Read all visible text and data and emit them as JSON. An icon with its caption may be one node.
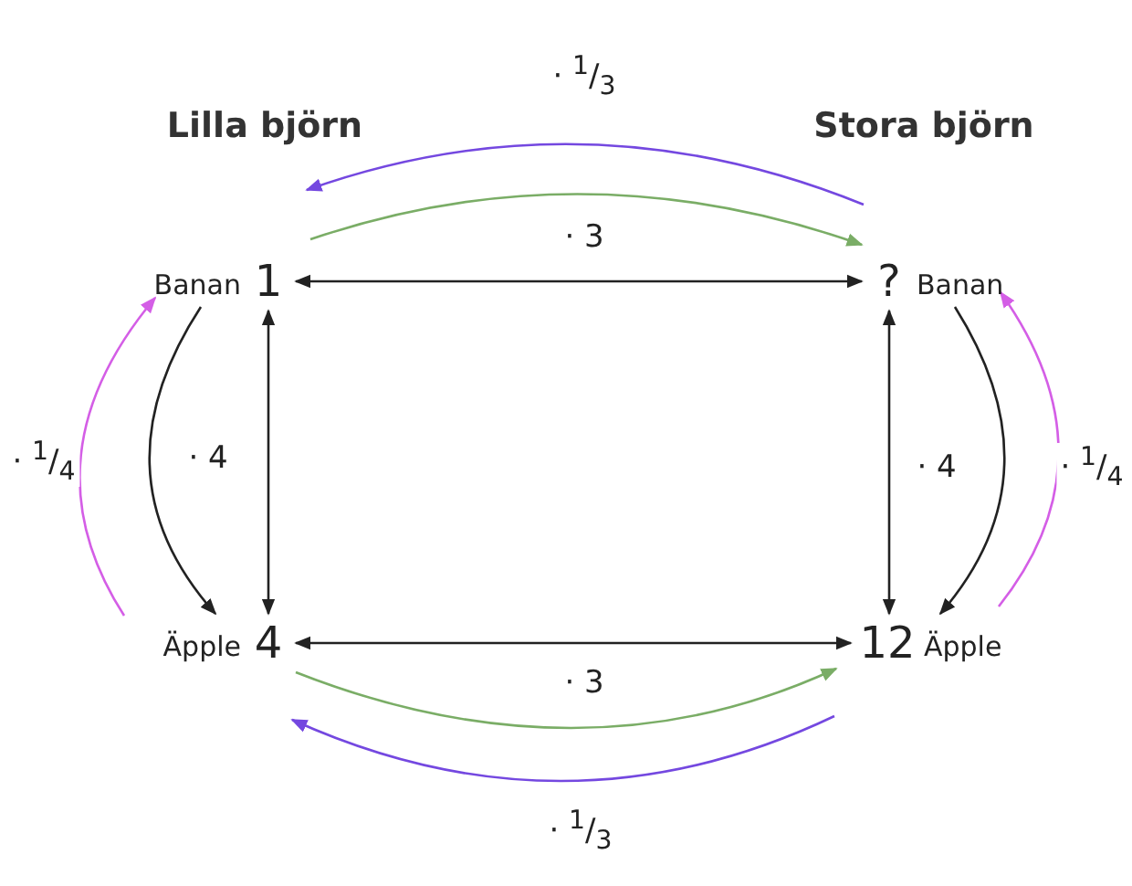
{
  "diagram": {
    "nodes": [
      {
        "text": [
          "1"
        ],
        "beside": [
          "Banan"
        ]
      },
      {
        "text": [
          "?"
        ],
        "beside": [
          "Banan"
        ]
      },
      {
        "text": [
          "4"
        ],
        "beside": [
          "Äpple"
        ]
      },
      {
        "text": [
          "12"
        ],
        "beside": [
          "Äpple"
        ]
      }
    ],
    "edges": [
      {
        "from": 0,
        "to": 1,
        "arrow": "both"
      },
      {
        "from": 2,
        "to": 3,
        "arrow": "both"
      },
      {
        "from": 0,
        "to": 2,
        "arrow": "both",
        "label": "· 4"
      },
      {
        "from": 1,
        "to": 3,
        "arrow": "both",
        "label": "· 4"
      },
      {
        "from": 0,
        "to": 1,
        "arrow": "to",
        "label": "· 3",
        "color": "#7aad66"
      },
      {
        "from": 1,
        "to": 0,
        "arrow": "to",
        "label": "· $^{1}$/$_{3}$",
        "color": "#7448e0"
      },
      {
        "from": 0,
        "to": 2,
        "arrow": "to"
      },
      {
        "from": 2,
        "to": 0,
        "arrow": "to",
        "label": "· $^{1}$/$_{4}$",
        "color": "#d45ee6"
      },
      {
        "from": 1,
        "to": 3,
        "arrow": "to"
      },
      {
        "from": 3,
        "to": 1,
        "arrow": "to",
        "label": "· $^{1}$/$_{4}$",
        "color": "#d45ee6"
      },
      {
        "from": 2,
        "to": 3,
        "arrow": "to",
        "label": "· 3",
        "color": "#7aad66"
      },
      {
        "from": 3,
        "to": 2,
        "arrow": "to",
        "label": "· $^{1}$/$_{3}$",
        "color": "#7448e0"
      }
    ],
    "labels": [
      "Lilla björn",
      "Stora björn"
    ]
  }
}
